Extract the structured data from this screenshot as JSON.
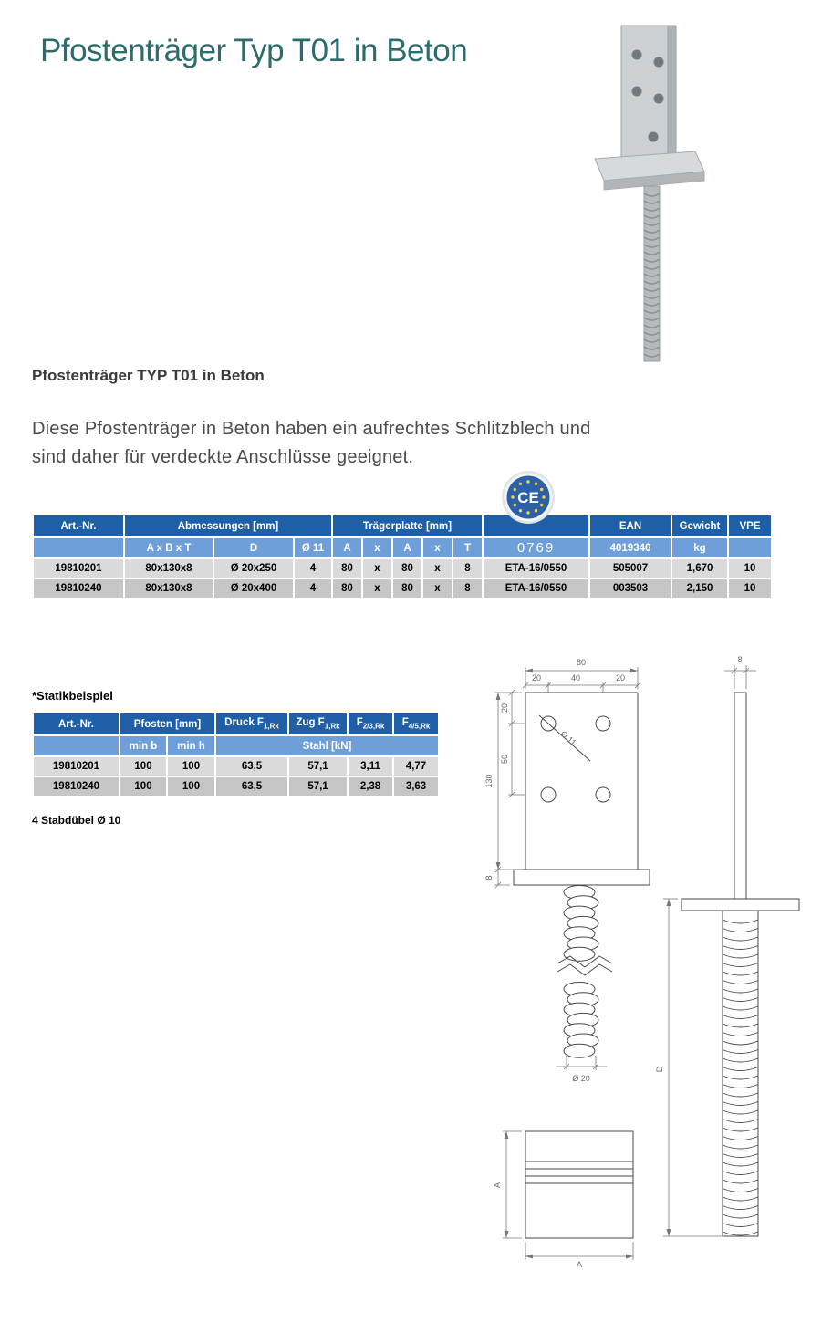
{
  "page": {
    "title": "Pfostenträger Typ T01 in Beton",
    "section_title": "Pfostenträger TYP T01 in Beton",
    "description_line1": "Diese Pfostenträger in Beton haben ein aufrechtes Schlitzblech und",
    "description_line2": "sind daher für verdeckte Anschlüsse geeignet."
  },
  "colors": {
    "accent_teal": "#2d6c6c",
    "table_header_blue": "#1e5fa8",
    "table_subheader_blue": "#6f9fd8",
    "row_light": "#dadada",
    "row_dark": "#c6c6c6"
  },
  "ce_badge": {
    "label": "CE"
  },
  "table1": {
    "col_art": "Art.-Nr.",
    "col_abmessungen": "Abmessungen [mm]",
    "col_traegerplatte": "Trägerplatte [mm]",
    "col_ean": "EAN",
    "col_gewicht": "Gewicht",
    "col_vpe": "VPE",
    "sub_axbxt": "A x B x T",
    "sub_d": "D",
    "sub_o11": "Ø 11",
    "sub_a1": "A",
    "sub_x1": "x",
    "sub_a2": "A",
    "sub_x2": "x",
    "sub_t": "T",
    "sub_0769": "0769",
    "sub_ean": "4019346",
    "sub_kg": "kg",
    "rows": [
      [
        "19810201",
        "80x130x8",
        "Ø 20x250",
        "4",
        "80",
        "x",
        "80",
        "x",
        "8",
        "ETA-16/0550",
        "505007",
        "1,670",
        "10"
      ],
      [
        "19810240",
        "80x130x8",
        "Ø 20x400",
        "4",
        "80",
        "x",
        "80",
        "x",
        "8",
        "ETA-16/0550",
        "003503",
        "2,150",
        "10"
      ]
    ]
  },
  "statik": {
    "title": "*Statikbeispiel",
    "col_art": "Art.-Nr.",
    "col_pfosten": "Pfosten [mm]",
    "col_druck_main": "Druck F",
    "col_druck_sub": "1,Rk",
    "col_zug_main": "Zug F",
    "col_zug_sub": "1,Rk",
    "col_f23_main": "F",
    "col_f23_sub": "2/3,Rk",
    "col_f45_main": "F",
    "col_f45_sub": "4/5,Rk",
    "sub_minb": "min b",
    "sub_minh": "min h",
    "sub_stahl": "Stahl [kN]",
    "rows": [
      [
        "19810201",
        "100",
        "100",
        "63,5",
        "57,1",
        "3,11",
        "4,77"
      ],
      [
        "19810240",
        "100",
        "100",
        "63,5",
        "57,1",
        "2,38",
        "3,63"
      ]
    ],
    "note": "4 Stabdübel Ø 10"
  },
  "drawing": {
    "front": {
      "total_width": "80",
      "seg_left": "20",
      "seg_mid": "40",
      "seg_right": "20",
      "total_height": "130",
      "top_offset": "20",
      "hole_spacing": "50",
      "plate_thickness": "8",
      "hole_dia": "Ø 11",
      "rod_dia": "Ø 20"
    },
    "side": {
      "thickness": "8",
      "length": "D"
    },
    "bottom": {
      "width": "A",
      "height": "A"
    }
  }
}
